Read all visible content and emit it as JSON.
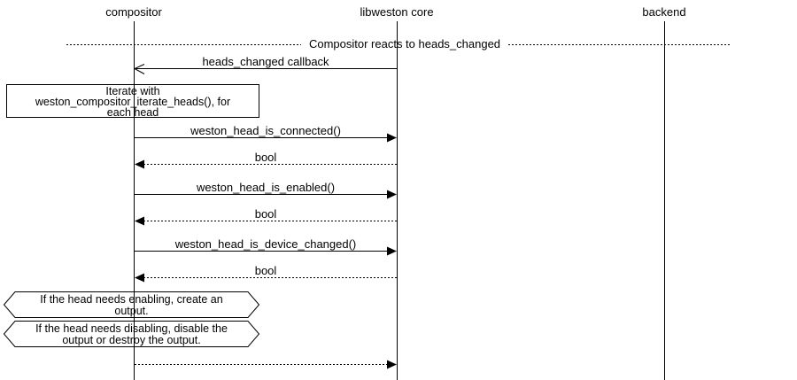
{
  "actors": {
    "compositor": "compositor",
    "libweston": "libweston core",
    "backend": "backend"
  },
  "divider": {
    "label": "Compositor reacts to heads_changed"
  },
  "messages": {
    "callback": "heads_changed callback",
    "is_connected": "weston_head_is_connected()",
    "is_connected_return": "bool",
    "is_enabled": "weston_head_is_enabled()",
    "is_enabled_return": "bool",
    "is_device_changed": "weston_head_is_device_changed()",
    "is_device_changed_return": "bool"
  },
  "notes": {
    "iterate": {
      "line1": "Iterate with",
      "line2": "weston_compositor_iterate_heads(), for",
      "line3": "each head"
    },
    "enable": {
      "line1": "If the head needs enabling, create an",
      "line2": "output."
    },
    "disable": {
      "line1": "If the head needs disabling, disable the",
      "line2": "output or destroy the output."
    }
  },
  "colors": {
    "line": "#000000",
    "background": "#ffffff"
  }
}
